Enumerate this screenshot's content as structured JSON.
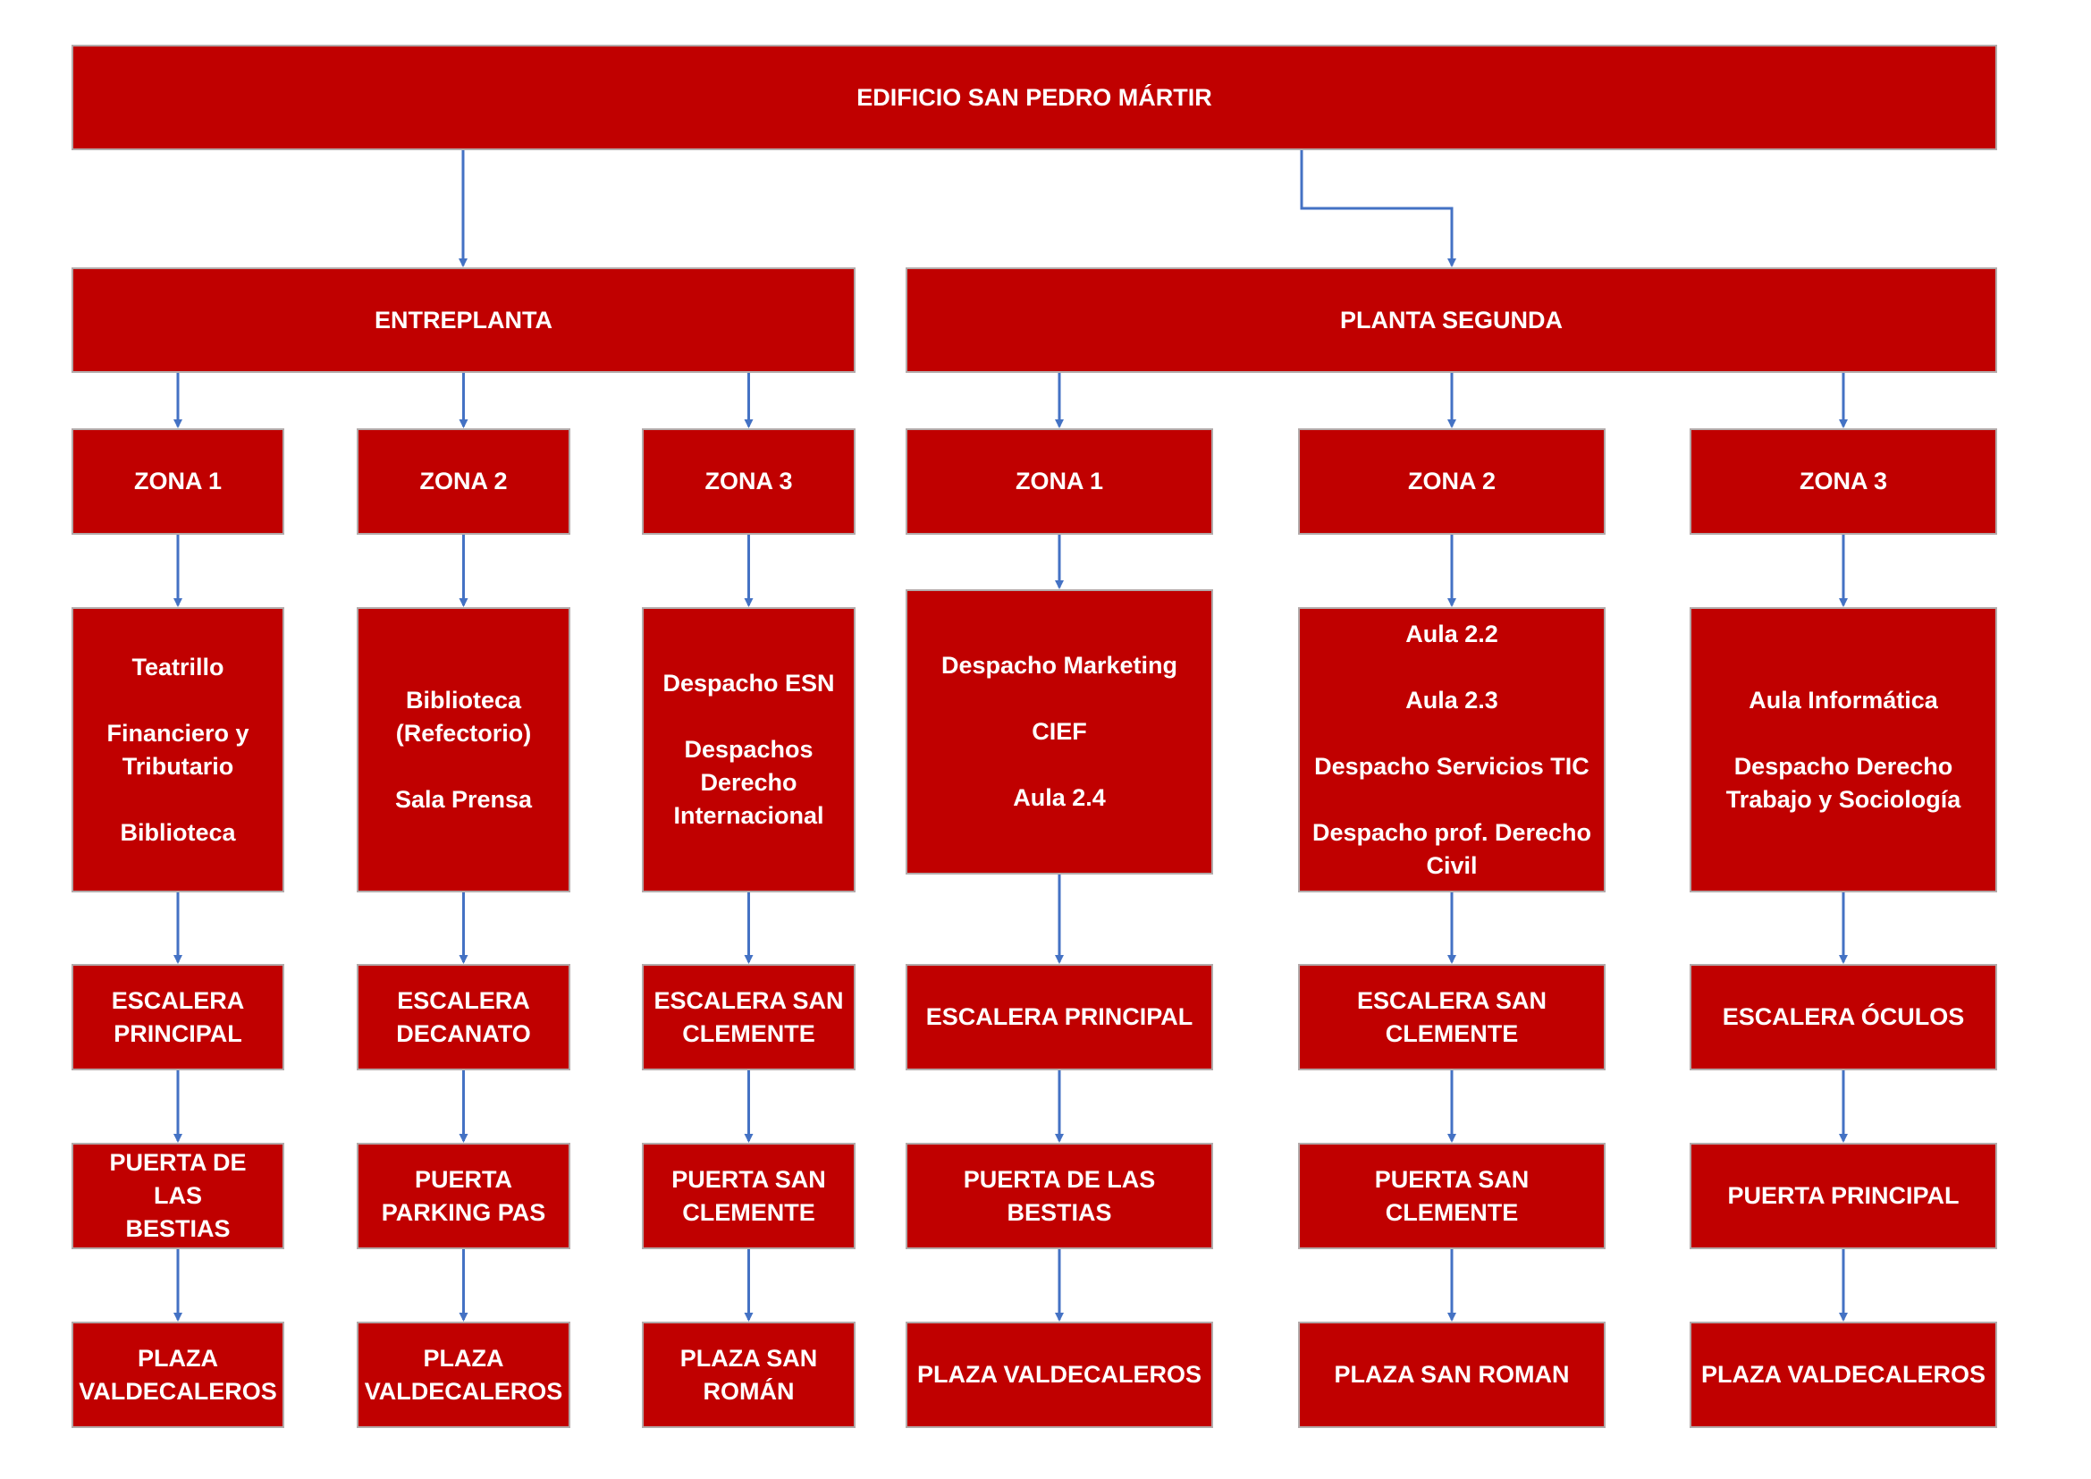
{
  "colors": {
    "box": "#c00000",
    "text": "#ffffff",
    "connector": "#4472c4"
  },
  "root": "EDIFICIO SAN PEDRO MÁRTIR",
  "floors": [
    {
      "name": "ENTREPLANTA",
      "zones": [
        {
          "name": "ZONA 1",
          "rooms": [
            "Teatrillo",
            "Financiero y\nTributario",
            "Biblioteca"
          ],
          "stair": "ESCALERA\nPRINCIPAL",
          "door": "PUERTA DE LAS\nBESTIAS",
          "square": "PLAZA\nVALDECALEROS"
        },
        {
          "name": "ZONA 2",
          "rooms": [
            "Biblioteca\n(Refectorio)",
            "Sala Prensa"
          ],
          "stair": "ESCALERA\nDECANATO",
          "door": "PUERTA\nPARKING PAS",
          "square": "PLAZA\nVALDECALEROS"
        },
        {
          "name": "ZONA 3",
          "rooms": [
            "Despacho ESN",
            "Despachos\nDerecho\nInternacional"
          ],
          "stair": "ESCALERA SAN\nCLEMENTE",
          "door": "PUERTA SAN\nCLEMENTE",
          "square": "PLAZA SAN\nROMÁN"
        }
      ]
    },
    {
      "name": "PLANTA SEGUNDA",
      "zones": [
        {
          "name": "ZONA 1",
          "rooms": [
            "Despacho Marketing",
            "CIEF",
            "Aula 2.4"
          ],
          "stair": "ESCALERA PRINCIPAL",
          "door": "PUERTA DE LAS BESTIAS",
          "square": "PLAZA VALDECALEROS"
        },
        {
          "name": "ZONA 2",
          "rooms": [
            "Aula 2.2",
            "Aula 2.3",
            "Despacho Servicios TIC",
            "Despacho prof. Derecho\nCivil"
          ],
          "stair": "ESCALERA SAN\nCLEMENTE",
          "door": "PUERTA SAN CLEMENTE",
          "square": "PLAZA SAN ROMAN"
        },
        {
          "name": "ZONA 3",
          "rooms": [
            "Aula Informática",
            "Despacho Derecho\nTrabajo y Sociología"
          ],
          "stair": "ESCALERA ÓCULOS",
          "door": "PUERTA PRINCIPAL",
          "square": "PLAZA VALDECALEROS"
        }
      ]
    }
  ]
}
